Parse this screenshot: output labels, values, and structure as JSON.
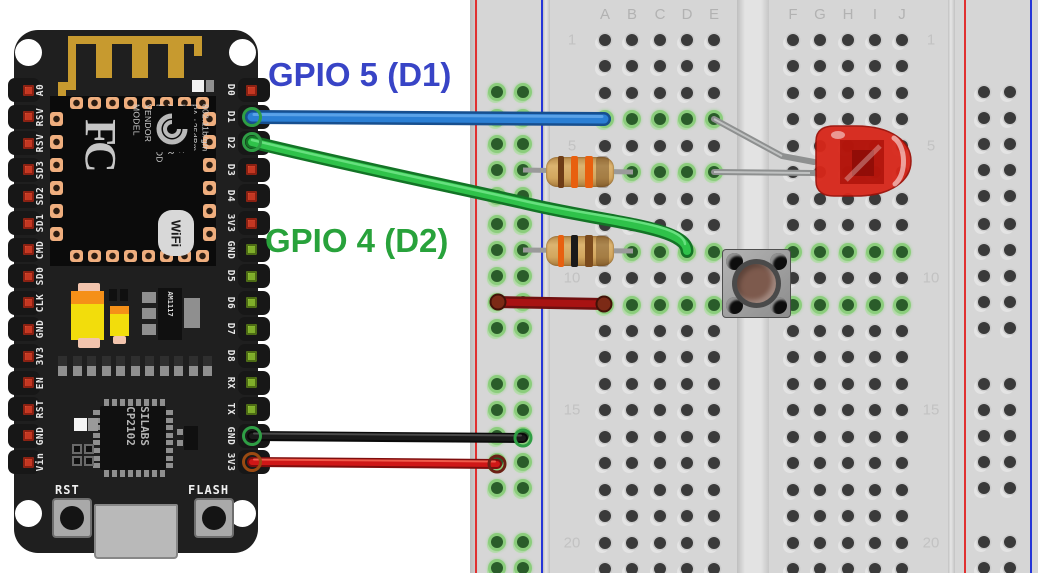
{
  "labels": {
    "gpio5": {
      "text": "GPIO 5 (D1)",
      "color": "#3844c6"
    },
    "gpio4": {
      "text": "GPIO 4 (D2)",
      "color": "#28a23b"
    }
  },
  "nodemcu": {
    "left_pins": [
      "A0",
      "RSV",
      "RSV",
      "SD3",
      "SD2",
      "SD1",
      "CMD",
      "SD0",
      "CLK",
      "GND",
      "3V3",
      "EN",
      "RST",
      "GND",
      "Vin"
    ],
    "right_pins": [
      "D0",
      "D1",
      "D2",
      "D3",
      "D4",
      "3V3",
      "GND",
      "D5",
      "D6",
      "D7",
      "D8",
      "RX",
      "TX",
      "GND",
      "3V3"
    ],
    "right_pad_types": [
      "red",
      "wire",
      "wire",
      "red",
      "red",
      "red",
      "green",
      "green",
      "green",
      "green",
      "green",
      "green",
      "green",
      "wire",
      "wire3v3"
    ],
    "module": {
      "fc_text": "FC",
      "wifi_text": "WiFi",
      "lines": [
        "MODEL",
        "VENDOR",
        "ESP8266MOD",
        "AI/THINKER",
        "ISM 2.4GHz",
        "PA +25dBm",
        "802.11b/g/n"
      ]
    },
    "usb_uart_lines": [
      "SILABS",
      "CP2102"
    ],
    "regulator_text": "AM1117",
    "buttons": [
      {
        "label": "RST"
      },
      {
        "label": "FLASH"
      }
    ]
  },
  "breadboard": {
    "column_letters": [
      "A",
      "B",
      "C",
      "D",
      "E",
      "F",
      "G",
      "H",
      "I",
      "J"
    ],
    "row_count": 21,
    "row_labels": [
      1,
      5,
      10,
      15,
      20
    ],
    "rail_line_colors": {
      "positive": "#e03030",
      "negative": "#2535d8"
    },
    "connected_holes": [
      "A4",
      "B4",
      "C4",
      "D4",
      "E4",
      "A6",
      "B6",
      "C6",
      "D6",
      "E6",
      "B9",
      "C9",
      "D9",
      "E9",
      "F9",
      "G9",
      "H9",
      "I9",
      "J9",
      "A11",
      "B11",
      "C11",
      "D11",
      "E11",
      "F11",
      "G11",
      "H11",
      "I11",
      "J11"
    ],
    "left_rail_connected": true
  },
  "components": {
    "wires": [
      {
        "name": "blue-wire",
        "from": "D1",
        "to": "A4",
        "color": "#2b7fd4"
      },
      {
        "name": "green-wire",
        "from": "D2",
        "to": "D9",
        "color": "#2fc24a"
      },
      {
        "name": "black-wire",
        "from": "GND",
        "to": "left-rail-negative",
        "color": "#1a1a1a"
      },
      {
        "name": "red-wire",
        "from": "3V3",
        "to": "left-rail-positive",
        "color": "#cf1717"
      },
      {
        "name": "red-jumper",
        "from": "left-rail-positive",
        "to": "A11",
        "color": "#a81313"
      }
    ],
    "resistors": [
      {
        "name": "resistor-led",
        "row": 6,
        "bands": [
          "brown",
          "orange",
          "orange"
        ],
        "band_hexes": [
          "#6e3d17",
          "#e8600f",
          "#e8600f"
        ]
      },
      {
        "name": "resistor-button",
        "row": 9,
        "bands": [
          "orange",
          "black",
          "brown"
        ],
        "band_hexes": [
          "#e8600f",
          "#1a1a1a",
          "#7a4a1d"
        ]
      }
    ],
    "led": {
      "color": "red",
      "hex": "#d62619",
      "top_leg": "E4",
      "bottom_leg": "E6"
    },
    "pushbutton": {
      "rows": "9-11",
      "columns": "E-F"
    }
  }
}
